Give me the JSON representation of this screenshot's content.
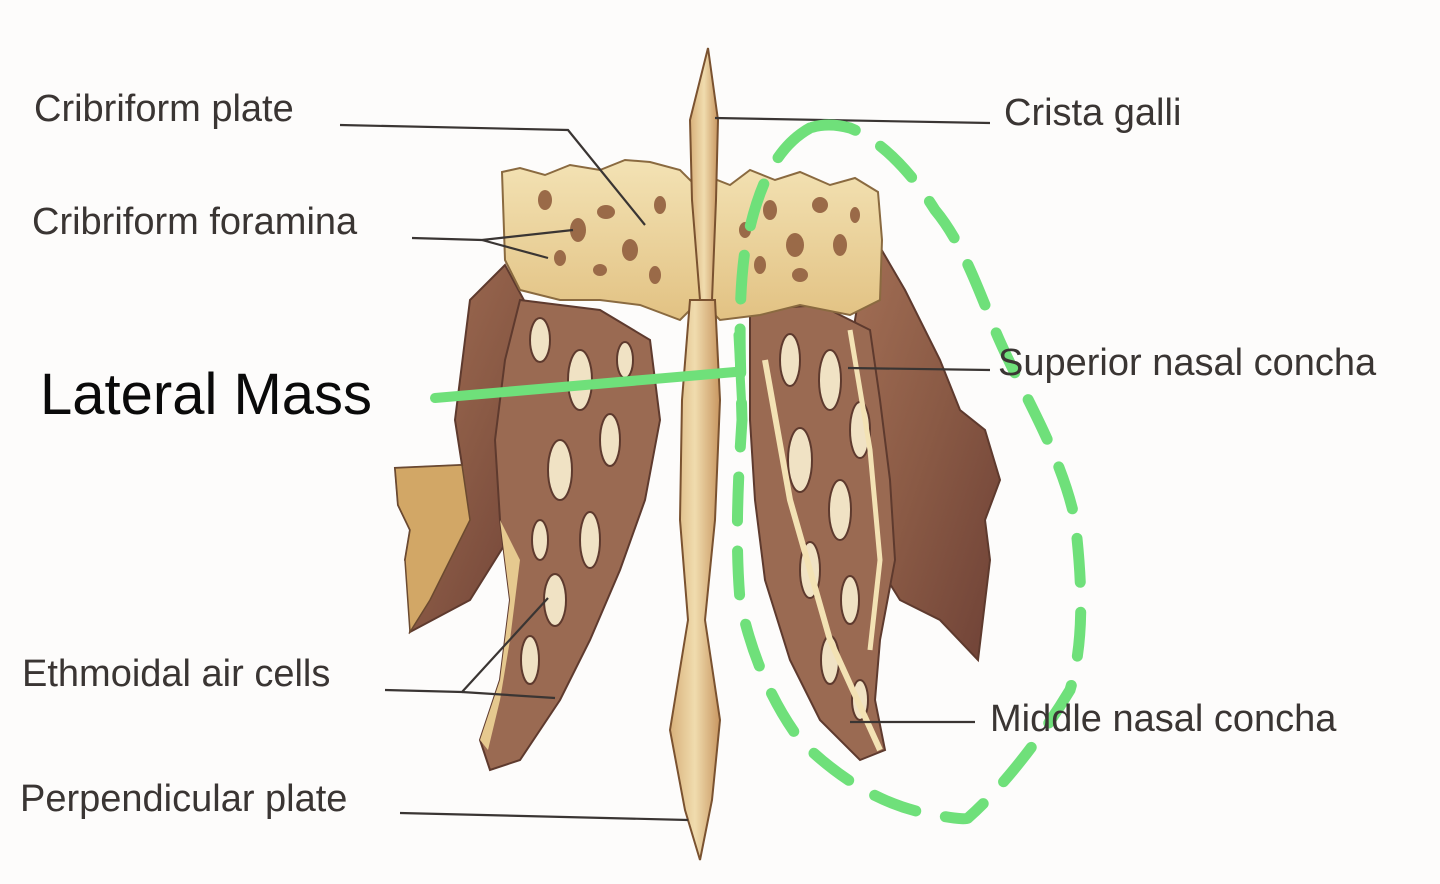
{
  "labels": {
    "cribriform_plate": "Cribriform plate",
    "cribriform_foramina": "Cribriform foramina",
    "crista_galli": "Crista galli",
    "superior_nasal_concha": "Superior nasal concha",
    "ethmoidal_air_cells": "Ethmoidal air cells",
    "perpendicular_plate": "Perpendicular plate",
    "middle_nasal_concha": "Middle nasal concha",
    "lateral_mass": "Lateral Mass"
  },
  "colors": {
    "bone_light": "#efd9a3",
    "bone_mid": "#c79a5c",
    "bone_dark": "#8a5a45",
    "bone_shadow": "#6e4136",
    "highlight": "#6fe07a",
    "leader": "#3a3533"
  }
}
